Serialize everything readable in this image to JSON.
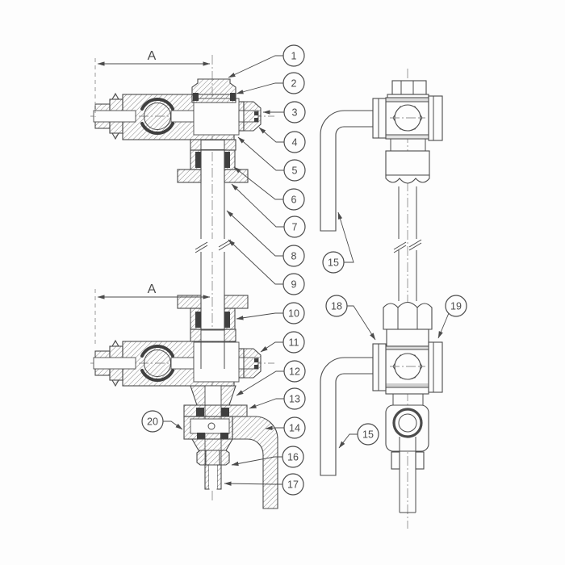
{
  "colors": {
    "background": "#fdfdfd",
    "line": "#4b4b4b",
    "dark_seal": "#3f3f3f",
    "hatch": "#787878",
    "centerline": "#8f8f8f"
  },
  "dimension_labels": {
    "top": "A",
    "bottom": "A"
  },
  "callouts": {
    "c1": {
      "label": "1"
    },
    "c2": {
      "label": "2"
    },
    "c3": {
      "label": "3"
    },
    "c4": {
      "label": "4"
    },
    "c5": {
      "label": "5"
    },
    "c6": {
      "label": "6"
    },
    "c7": {
      "label": "7"
    },
    "c8": {
      "label": "8"
    },
    "c9": {
      "label": "9"
    },
    "c10": {
      "label": "10"
    },
    "c11": {
      "label": "11"
    },
    "c12": {
      "label": "12"
    },
    "c13": {
      "label": "13"
    },
    "c14": {
      "label": "14"
    },
    "c15_upper": {
      "label": "15"
    },
    "c15_lower": {
      "label": "15"
    },
    "c16": {
      "label": "16"
    },
    "c17": {
      "label": "17"
    },
    "c18": {
      "label": "18"
    },
    "c19": {
      "label": "19"
    },
    "c20": {
      "label": "20"
    }
  }
}
